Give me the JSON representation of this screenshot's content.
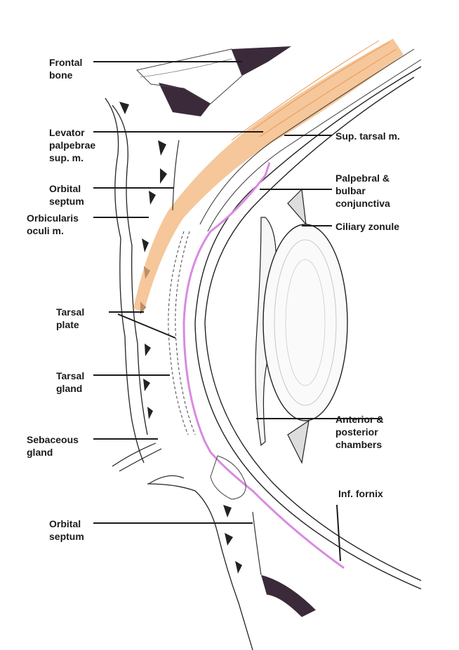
{
  "colors": {
    "background": "#ffffff",
    "ink": "#1a1a1a",
    "muscle": "#f2b47a",
    "conjunctiva": "#d88be0",
    "bone": "#3a2a3a"
  },
  "labels": {
    "frontal_bone": [
      "Frontal",
      "bone"
    ],
    "levator": [
      "Levator",
      "palpebrae",
      "sup. m."
    ],
    "orbital_septum_upper": [
      "Orbital",
      "septum"
    ],
    "orbicularis": [
      "Orbicularis",
      "oculi m."
    ],
    "tarsal_plate": [
      "Tarsal",
      "plate"
    ],
    "tarsal_gland": [
      "Tarsal",
      "gland"
    ],
    "sebaceous_gland": [
      "Sebaceous",
      "gland"
    ],
    "orbital_septum_lower": [
      "Orbital",
      "septum"
    ],
    "sup_tarsal": [
      "Sup. tarsal m."
    ],
    "conjunctiva": [
      "Palpebral &",
      "bulbar",
      "conjunctiva"
    ],
    "ciliary_zonule": [
      "Ciliary zonule"
    ],
    "chambers": [
      "Anterior &",
      "posterior",
      "chambers"
    ],
    "inf_fornix": [
      "Inf. fornix"
    ]
  }
}
